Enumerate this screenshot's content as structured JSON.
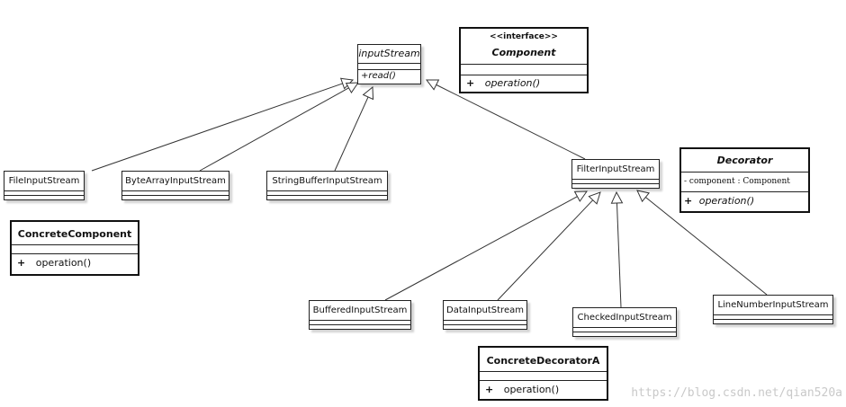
{
  "classes": {
    "input_stream": {
      "name": "inputStream",
      "operation": "+read()"
    },
    "file": {
      "name": "FileInputStream"
    },
    "byte_array": {
      "name": "ByteArrayInputStream"
    },
    "string_buffer": {
      "name": "StringBufferInputStream"
    },
    "filter": {
      "name": "FilterInputStream"
    },
    "buffered": {
      "name": "BufferedInputStream"
    },
    "data": {
      "name": "DataInputStream"
    },
    "checked": {
      "name": "CheckedInputStream"
    },
    "line_number": {
      "name": "LineNumberInputStream"
    }
  },
  "pattern": {
    "component": {
      "stereotype": "<<interface>>",
      "name": "Component",
      "operation_visibility": "+",
      "operation": "operation()"
    },
    "decorator": {
      "name": "Decorator",
      "attribute": "- component : Component",
      "operation_visibility": "+",
      "operation": "operation()"
    },
    "concrete_component": {
      "name": "ConcreteComponent",
      "operation_visibility": "+",
      "operation": "operation()"
    },
    "concrete_decorator": {
      "name": "ConcreteDecoratorA",
      "operation_visibility": "+",
      "operation": "operation()"
    }
  },
  "watermark": "https://blog.csdn.net/qian520a",
  "edges": [
    {
      "from": "file",
      "to": "input_stream",
      "type": "generalization"
    },
    {
      "from": "byte_array",
      "to": "input_stream",
      "type": "generalization"
    },
    {
      "from": "string_buffer",
      "to": "input_stream",
      "type": "generalization"
    },
    {
      "from": "filter",
      "to": "input_stream",
      "type": "generalization"
    },
    {
      "from": "buffered",
      "to": "filter",
      "type": "generalization"
    },
    {
      "from": "data",
      "to": "filter",
      "type": "generalization"
    },
    {
      "from": "checked",
      "to": "filter",
      "type": "generalization"
    },
    {
      "from": "line_number",
      "to": "filter",
      "type": "generalization"
    }
  ]
}
